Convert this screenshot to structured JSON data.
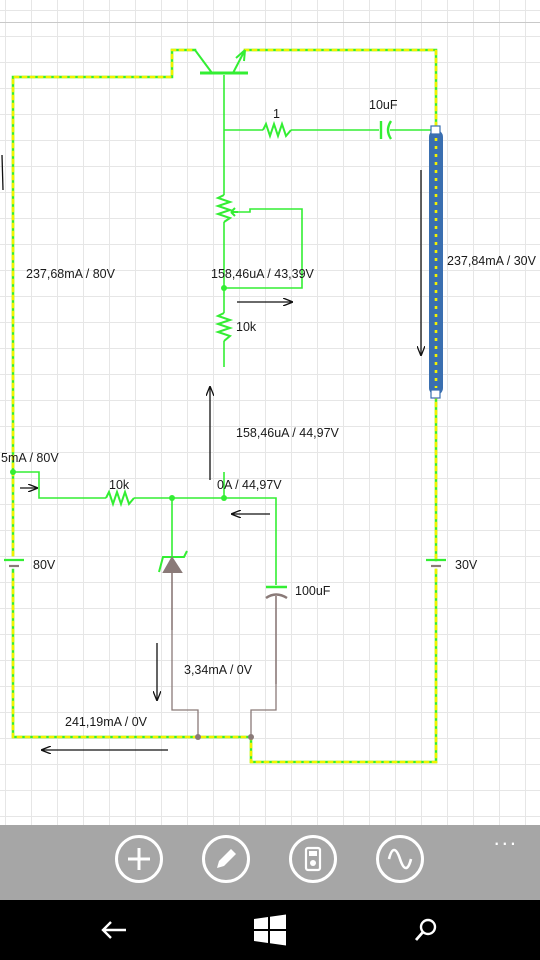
{
  "circuit": {
    "labels": {
      "resistor_1": "1",
      "capacitor_10uf": "10uF",
      "left_branch_reading": "237,68mA / 80V",
      "pot_reading": "158,46uA / 43,39V",
      "resistor_10k_top": "10k",
      "right_lamp_reading": "237,84mA / 30V",
      "vertical_reading": "158,46uA / 44,97V",
      "left_edge_reading": "5mA / 80V",
      "resistor_10k_left": "10k",
      "node_reading": "0A / 44,97V",
      "source_80v": "80V",
      "source_30v": "30V",
      "capacitor_100uf": "100uF",
      "zener_reading": "3,34mA / 0V",
      "bottom_reading": "241,19mA / 0V"
    },
    "colors": {
      "active_wire": "#33ee33",
      "highlight_wire": "#f2f200",
      "inactive_wire": "#8a7a78",
      "lamp": "#3a6fb0",
      "grid": "#e6e6e6"
    }
  },
  "appbar": {
    "buttons": [
      {
        "name": "add-component",
        "icon": "plus-icon"
      },
      {
        "name": "edit",
        "icon": "pencil-icon"
      },
      {
        "name": "meter",
        "icon": "multimeter-icon"
      },
      {
        "name": "oscilloscope",
        "icon": "sine-wave-icon"
      }
    ],
    "more": "..."
  },
  "navbar": {
    "buttons": [
      {
        "name": "back",
        "icon": "back-arrow-icon"
      },
      {
        "name": "start",
        "icon": "windows-logo-icon"
      },
      {
        "name": "search",
        "icon": "search-icon"
      }
    ]
  }
}
